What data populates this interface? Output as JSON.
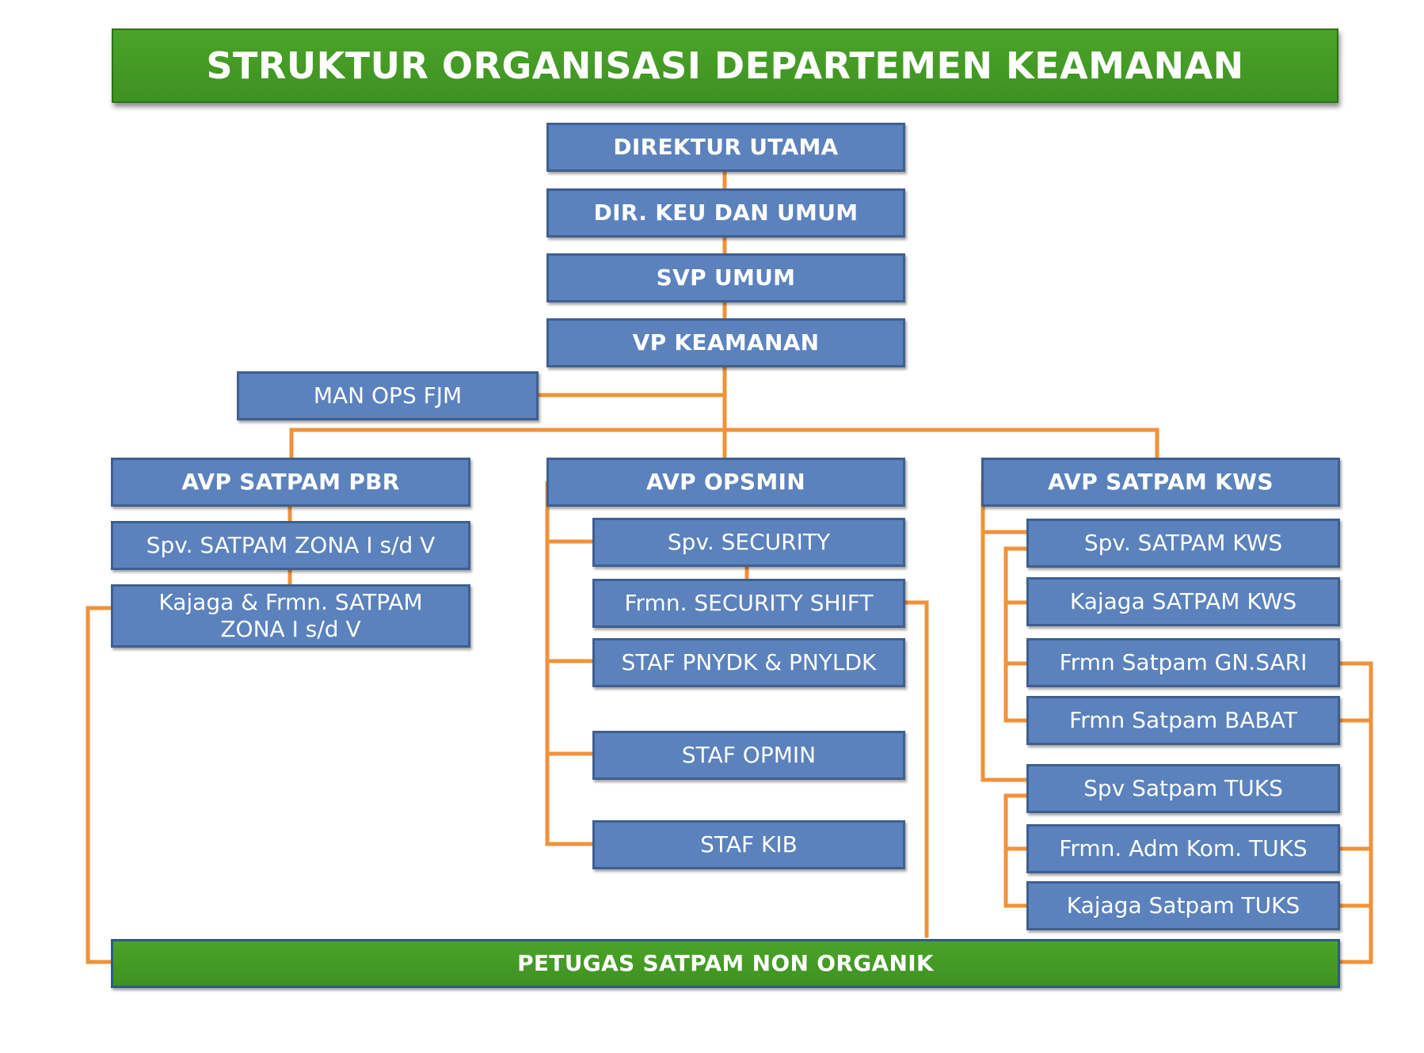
{
  "title": "STRUKTUR ORGANISASI DEPARTEMEN KEAMANAN",
  "top_chain": [
    "DIREKTUR UTAMA",
    "DIR. KEU DAN UMUM",
    "SVP UMUM",
    "VP KEAMANAN"
  ],
  "man_ops": "MAN OPS FJM",
  "left_branch": {
    "head": "AVP SATPAM PBR",
    "items": [
      "Spv. SATPAM ZONA I s/d V",
      "Kajaga & Frmn. SATPAM",
      "ZONA I s/d V"
    ]
  },
  "middle_branch": {
    "head": "AVP OPSMIN",
    "items": [
      "Spv. SECURITY",
      "Frmn. SECURITY SHIFT",
      "STAF PNYDK & PNYLDK",
      "STAF OPMIN",
      "STAF KIB"
    ]
  },
  "right_branch": {
    "head": "AVP SATPAM KWS",
    "items": [
      "Spv. SATPAM KWS",
      "Kajaga SATPAM KWS",
      "Frmn Satpam GN.SARI",
      "Frmn Satpam BABAT",
      "Spv Satpam TUKS",
      "Frmn. Adm Kom. TUKS",
      "Kajaga Satpam TUKS"
    ]
  },
  "bottom": "PETUGAS SATPAM NON ORGANIK",
  "colors": {
    "box_fill": "#5b82bd",
    "box_border": "#3f5f8f",
    "title_green": "#45a026",
    "connector_orange": "#f0923a"
  }
}
